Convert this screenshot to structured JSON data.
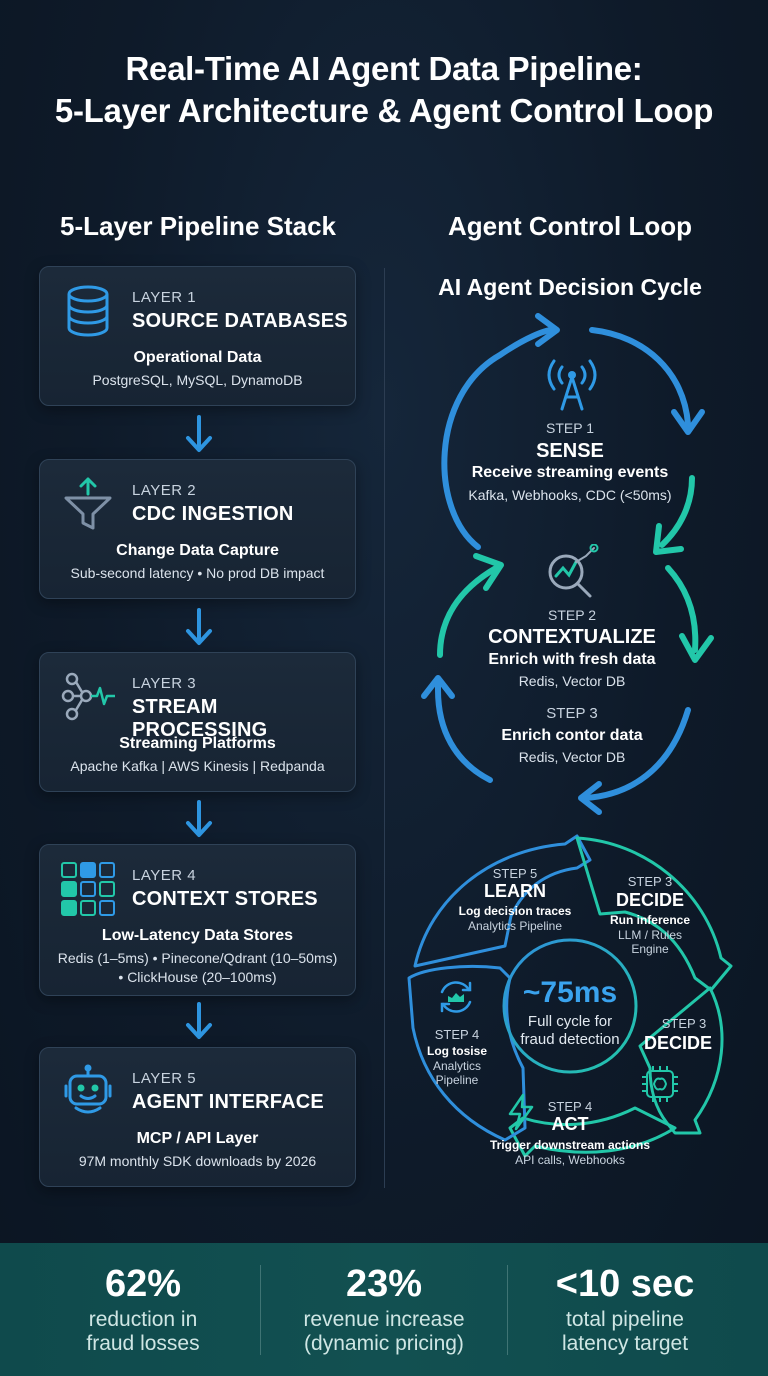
{
  "title": {
    "line1": "Real-Time AI Agent Data Pipeline:",
    "line2": "5-Layer Architecture & Agent Control Loop"
  },
  "left": {
    "heading": "5-Layer Pipeline Stack",
    "layers": [
      {
        "num": "LAYER 1",
        "name": "SOURCE DATABASES",
        "title": "Operational Data",
        "detail": "PostgreSQL, MySQL, DynamoDB",
        "icon": "database-icon"
      },
      {
        "num": "LAYER 2",
        "name": "CDC INGESTION",
        "title": "Change Data Capture",
        "detail": "Sub-second latency • No prod DB impact",
        "icon": "funnel-icon"
      },
      {
        "num": "LAYER 3",
        "name": "STREAM PROCESSING",
        "title": "Streaming Platforms",
        "detail": "Apache Kafka | AWS Kinesis | Redpanda",
        "icon": "stream-nodes-icon"
      },
      {
        "num": "LAYER 4",
        "name": "CONTEXT STORES",
        "title": "Low-Latency Data Stores",
        "detail": "Redis (1–5ms) • Pinecone/Qdrant (10–50ms)",
        "detail2": "• ClickHouse (20–100ms)",
        "icon": "grid-blocks-icon"
      },
      {
        "num": "LAYER 5",
        "name": "AGENT INTERFACE",
        "title": "MCP / API Layer",
        "detail": "97M monthly SDK downloads by 2026",
        "icon": "robot-icon"
      }
    ]
  },
  "right": {
    "heading": "Agent Control Loop",
    "subheading": "AI Agent Decision Cycle",
    "upper_loop": {
      "step1": {
        "num": "STEP 1",
        "name": "SENSE",
        "desc": "Receive streaming events",
        "detail": "Kafka, Webhooks, CDC (<50ms)",
        "icon": "antenna-icon"
      },
      "step2": {
        "num": "STEP 2",
        "name": "CONTEXTUALIZE",
        "desc": "Enrich with fresh data",
        "detail": "Redis, Vector DB",
        "icon": "magnifier-chart-icon"
      },
      "step3": {
        "num": "STEP 3",
        "desc": "Enrich contor data",
        "detail": "Redis, Vector DB"
      }
    },
    "wheel": {
      "center_value": "~75ms",
      "center_label1": "Full cycle for",
      "center_label2": "fraud detection",
      "seg_learn": {
        "num": "STEP 5",
        "name": "LEARN",
        "desc": "Log decision traces",
        "detail": "Analytics Pipeline"
      },
      "seg_decide_top": {
        "num": "STEP 3",
        "name": "DECIDE",
        "desc": "Run inference",
        "detail1": "LLM / Rules",
        "detail2": "Engine"
      },
      "seg_decide_right": {
        "num": "STEP 3",
        "name": "DECIDE",
        "icon": "chip-icon"
      },
      "seg_act": {
        "num": "STEP 4",
        "name": "ACT",
        "desc": "Trigger downstream actions",
        "detail": "API calls, Webhooks",
        "icon": "lightning-icon"
      },
      "seg_log": {
        "num": "STEP 4",
        "name": "Log tosise",
        "detail1": "Analytics",
        "detail2": "Pipeline",
        "icon": "refresh-chart-icon"
      }
    }
  },
  "stats": [
    {
      "value": "62%",
      "label1": "reduction in",
      "label2": "fraud losses"
    },
    {
      "value": "23%",
      "label1": "revenue increase",
      "label2": "(dynamic pricing)"
    },
    {
      "value": "<10 sec",
      "label1": "total pipeline",
      "label2": "latency target"
    }
  ],
  "colors": {
    "blue": "#2f8fdc",
    "teal": "#22c7a9",
    "background": "#0e1a29",
    "stats_band": "#114c4e"
  }
}
